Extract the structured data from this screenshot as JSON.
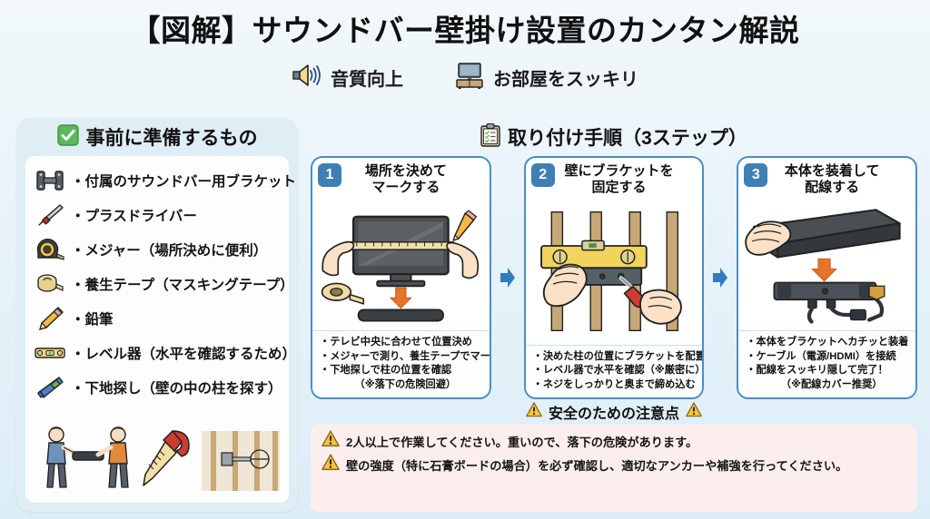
{
  "header": {
    "title": "【図解】サウンドバー壁掛け設置のカンタン解説",
    "benefits": [
      {
        "icon": "speaker-icon",
        "label": "音質向上"
      },
      {
        "icon": "tv-stand-icon",
        "label": "お部屋をスッキリ"
      }
    ]
  },
  "sidebar": {
    "icon": "green-check-icon",
    "title": "事前に準備するもの",
    "items": [
      {
        "icon": "wall-bracket-icon",
        "label": "・付属のサウンドバー用ブラケット"
      },
      {
        "icon": "screwdriver-icon",
        "label": "・プラスドライバー"
      },
      {
        "icon": "tape-measure-icon",
        "label": "・メジャー（場所決めに便利）"
      },
      {
        "icon": "masking-tape-icon",
        "label": "・養生テープ（マスキングテープ）"
      },
      {
        "icon": "pencil-icon",
        "label": "・鉛筆"
      },
      {
        "icon": "spirit-level-icon",
        "label": "・レベル器（水平を確認するため）"
      },
      {
        "icon": "stud-finder-icon",
        "label": "・下地探し（壁の中の柱を探す）"
      }
    ],
    "figures": [
      {
        "name": "two-people-carrying-soundbar-illustration"
      },
      {
        "name": "ruler-and-hook-illustration"
      },
      {
        "name": "wall-stud-anchor-illustration"
      }
    ]
  },
  "steps_section": {
    "icon": "clipboard-icon",
    "title": "取り付け手順（3ステップ）",
    "steps": [
      {
        "number": "1",
        "title": "場所を決めて\nマークする",
        "figure": "tv-measuring-illustration",
        "bullets": [
          "・テレビ中央に合わせて位置決め",
          "・メジャーで測り、養生テープでマーク",
          "・下地探しで柱の位置を確認"
        ],
        "note": "（※落下の危険回避）"
      },
      {
        "number": "2",
        "title": "壁にブラケットを\n固定する",
        "figure": "bracket-level-screwdriver-illustration",
        "bullets": [
          "・決めた柱の位置にブラケットを配置",
          "・レベル器で水平を確認（※厳密に）",
          "・ネジをしっかりと奥まで締め込む"
        ],
        "note": ""
      },
      {
        "number": "3",
        "title": "本体を装着して\n配線する",
        "figure": "soundbar-attach-cables-illustration",
        "bullets": [
          "・本体をブラケットへカチッと装着",
          "・ケーブル（電源/HDMI）を接続",
          "・配線をスッキリ隠して完了！"
        ],
        "note": "（※配線カバー推奨）"
      }
    ]
  },
  "warning": {
    "icon": "warning-triangle-icon",
    "title": "安全のための注意点",
    "lines": [
      "2人以上で作業してください。重いので、落下の危険があります。",
      "壁の強度（特に石膏ボードの場合）を必ず確認し、適切なアンカーや補強を行ってください。"
    ]
  },
  "colors": {
    "page_background": "#eaf4f8",
    "sidebar_background": "#dfeef4",
    "step_border": "#4a8fc4",
    "step_badge": "#3f7fb4",
    "warning_background": "#fdeeee",
    "check_green": "#5cb85c",
    "arrow_orange": "#e8742a",
    "arrow_blue": "#2f7cc0"
  }
}
